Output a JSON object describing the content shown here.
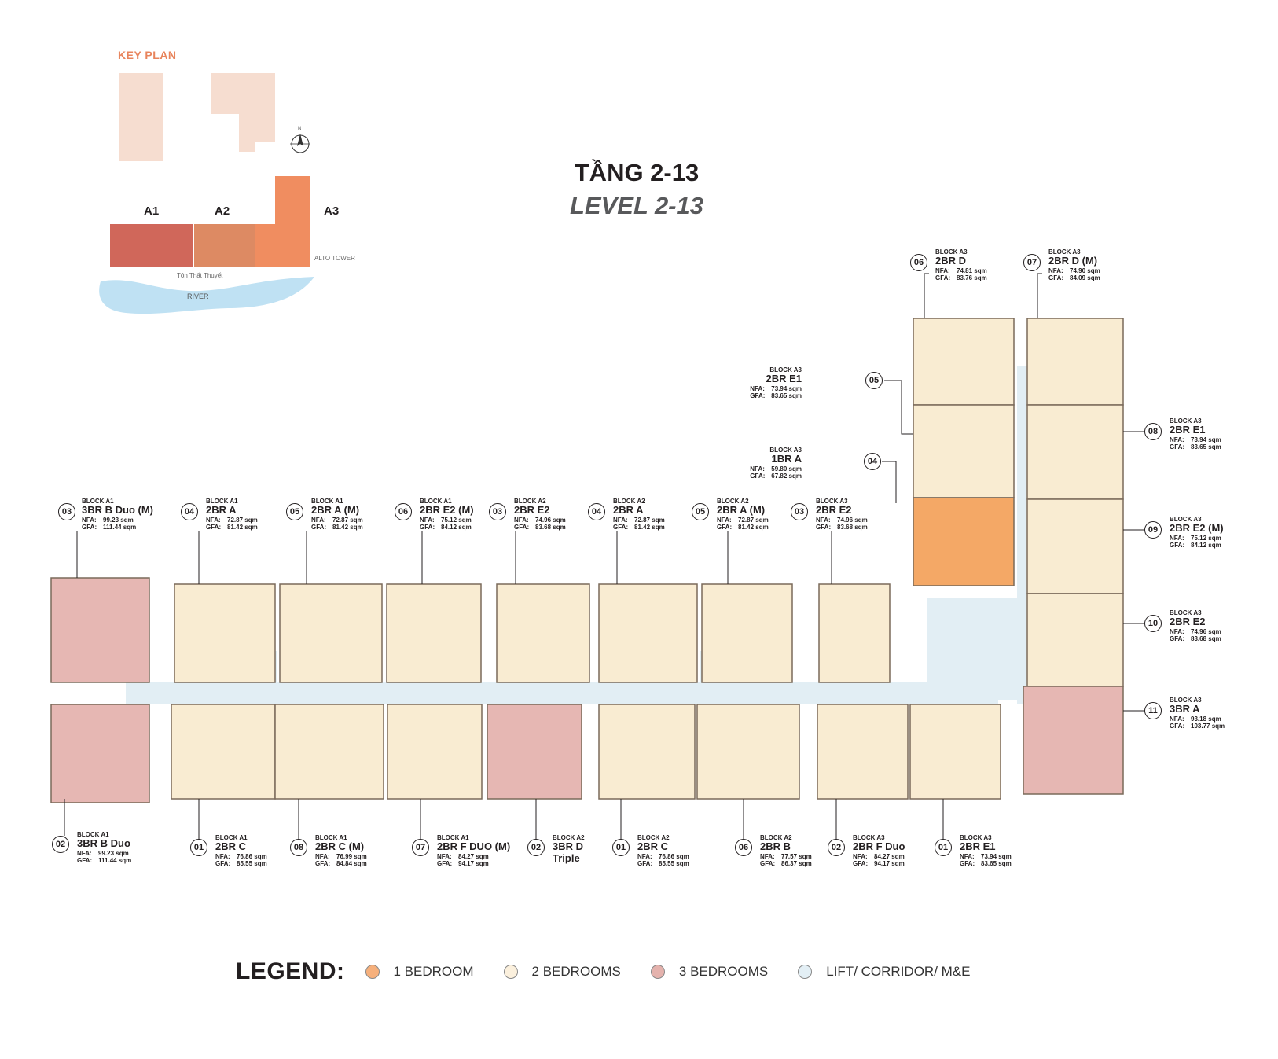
{
  "key_plan": {
    "title": "KEY PLAN",
    "blocks": [
      "A1",
      "A2",
      "A3"
    ],
    "tower_label": "ALTO TOWER",
    "street_label": "Tôn Thất Thuyết",
    "river_label": "RIVER",
    "north_label": "N"
  },
  "title": {
    "vn": "TẦNG 2-13",
    "en": "LEVEL 2-13"
  },
  "area_labels": {
    "nfa": "NFA:",
    "gfa": "GFA:"
  },
  "units": [
    {
      "no": "03",
      "block": "BLOCK A1",
      "type": "3BR B Duo (M)",
      "nfa": "99.23 sqm",
      "gfa": "111.44 sqm",
      "category": "3br"
    },
    {
      "no": "04",
      "block": "BLOCK A1",
      "type": "2BR A",
      "nfa": "72.87 sqm",
      "gfa": "81.42 sqm",
      "category": "2br"
    },
    {
      "no": "05",
      "block": "BLOCK A1",
      "type": "2BR A (M)",
      "nfa": "72.87 sqm",
      "gfa": "81.42 sqm",
      "category": "2br"
    },
    {
      "no": "06",
      "block": "BLOCK A1",
      "type": "2BR E2 (M)",
      "nfa": "75.12 sqm",
      "gfa": "84.12 sqm",
      "category": "2br"
    },
    {
      "no": "03",
      "block": "BLOCK A2",
      "type": "2BR E2",
      "nfa": "74.96 sqm",
      "gfa": "83.68 sqm",
      "category": "2br"
    },
    {
      "no": "04",
      "block": "BLOCK A2",
      "type": "2BR A",
      "nfa": "72.87 sqm",
      "gfa": "81.42 sqm",
      "category": "2br"
    },
    {
      "no": "05",
      "block": "BLOCK A2",
      "type": "2BR A (M)",
      "nfa": "72.87 sqm",
      "gfa": "81.42 sqm",
      "category": "2br"
    },
    {
      "no": "03",
      "block": "BLOCK A3",
      "type": "2BR E2",
      "nfa": "74.96 sqm",
      "gfa": "83.68 sqm",
      "category": "2br"
    },
    {
      "no": "06",
      "block": "BLOCK A3",
      "type": "2BR D",
      "nfa": "74.81 sqm",
      "gfa": "83.76 sqm",
      "category": "2br"
    },
    {
      "no": "07",
      "block": "BLOCK A3",
      "type": "2BR D (M)",
      "nfa": "74.90 sqm",
      "gfa": "84.09 sqm",
      "category": "2br"
    },
    {
      "no": "05",
      "block": "BLOCK A3",
      "type": "2BR E1",
      "nfa": "73.94 sqm",
      "gfa": "83.65 sqm",
      "category": "2br"
    },
    {
      "no": "04",
      "block": "BLOCK A3",
      "type": "1BR A",
      "nfa": "59.80 sqm",
      "gfa": "67.82 sqm",
      "category": "1br"
    },
    {
      "no": "08",
      "block": "BLOCK A3",
      "type": "2BR E1",
      "nfa": "73.94 sqm",
      "gfa": "83.65 sqm",
      "category": "2br"
    },
    {
      "no": "09",
      "block": "BLOCK A3",
      "type": "2BR E2 (M)",
      "nfa": "75.12 sqm",
      "gfa": "84.12 sqm",
      "category": "2br"
    },
    {
      "no": "10",
      "block": "BLOCK A3",
      "type": "2BR E2",
      "nfa": "74.96 sqm",
      "gfa": "83.68 sqm",
      "category": "2br"
    },
    {
      "no": "11",
      "block": "BLOCK A3",
      "type": "3BR A",
      "nfa": "93.18 sqm",
      "gfa": "103.77 sqm",
      "category": "3br"
    },
    {
      "no": "02",
      "block": "BLOCK A1",
      "type": "3BR B Duo",
      "nfa": "99.23 sqm",
      "gfa": "111.44 sqm",
      "category": "3br"
    },
    {
      "no": "01",
      "block": "BLOCK A1",
      "type": "2BR C",
      "nfa": "76.86 sqm",
      "gfa": "85.55 sqm",
      "category": "2br"
    },
    {
      "no": "08",
      "block": "BLOCK A1",
      "type": "2BR C (M)",
      "nfa": "76.99 sqm",
      "gfa": "84.84 sqm",
      "category": "2br"
    },
    {
      "no": "07",
      "block": "BLOCK A1",
      "type": "2BR F DUO (M)",
      "nfa": "84.27 sqm",
      "gfa": "94.17 sqm",
      "category": "2br"
    },
    {
      "no": "02",
      "block": "BLOCK A2",
      "type": "3BR D",
      "type2": "Triple",
      "nfa": "",
      "gfa": "",
      "category": "3br"
    },
    {
      "no": "01",
      "block": "BLOCK A2",
      "type": "2BR C",
      "nfa": "76.86 sqm",
      "gfa": "85.55 sqm",
      "category": "2br"
    },
    {
      "no": "06",
      "block": "BLOCK A2",
      "type": "2BR B",
      "nfa": "77.57 sqm",
      "gfa": "86.37 sqm",
      "category": "2br"
    },
    {
      "no": "02",
      "block": "BLOCK A3",
      "type": "2BR F Duo",
      "nfa": "84.27 sqm",
      "gfa": "94.17 sqm",
      "category": "2br"
    },
    {
      "no": "01",
      "block": "BLOCK A3",
      "type": "2BR E1",
      "nfa": "73.94 sqm",
      "gfa": "83.65 sqm",
      "category": "2br"
    }
  ],
  "legend": {
    "title": "LEGEND:",
    "items": [
      {
        "label": "1 BEDROOM",
        "color": "#f6b07c"
      },
      {
        "label": "2 BEDROOMS",
        "color": "#fbf0dd"
      },
      {
        "label": "3 BEDROOMS",
        "color": "#e4b2ad"
      },
      {
        "label": "LIFT/ CORRIDOR/ M&E",
        "color": "#e3eff5"
      }
    ]
  },
  "colors": {
    "one_bedroom": "#f4a866",
    "two_bedroom": "#f9ecd2",
    "three_bedroom": "#e6b7b3",
    "corridor": "#e2eef4",
    "block_a1": "#d0675a",
    "block_a2": "#dd8a63",
    "block_a3": "#f08d60",
    "key_plan_other": "#f6ddd0",
    "river": "#bfe1f3"
  }
}
